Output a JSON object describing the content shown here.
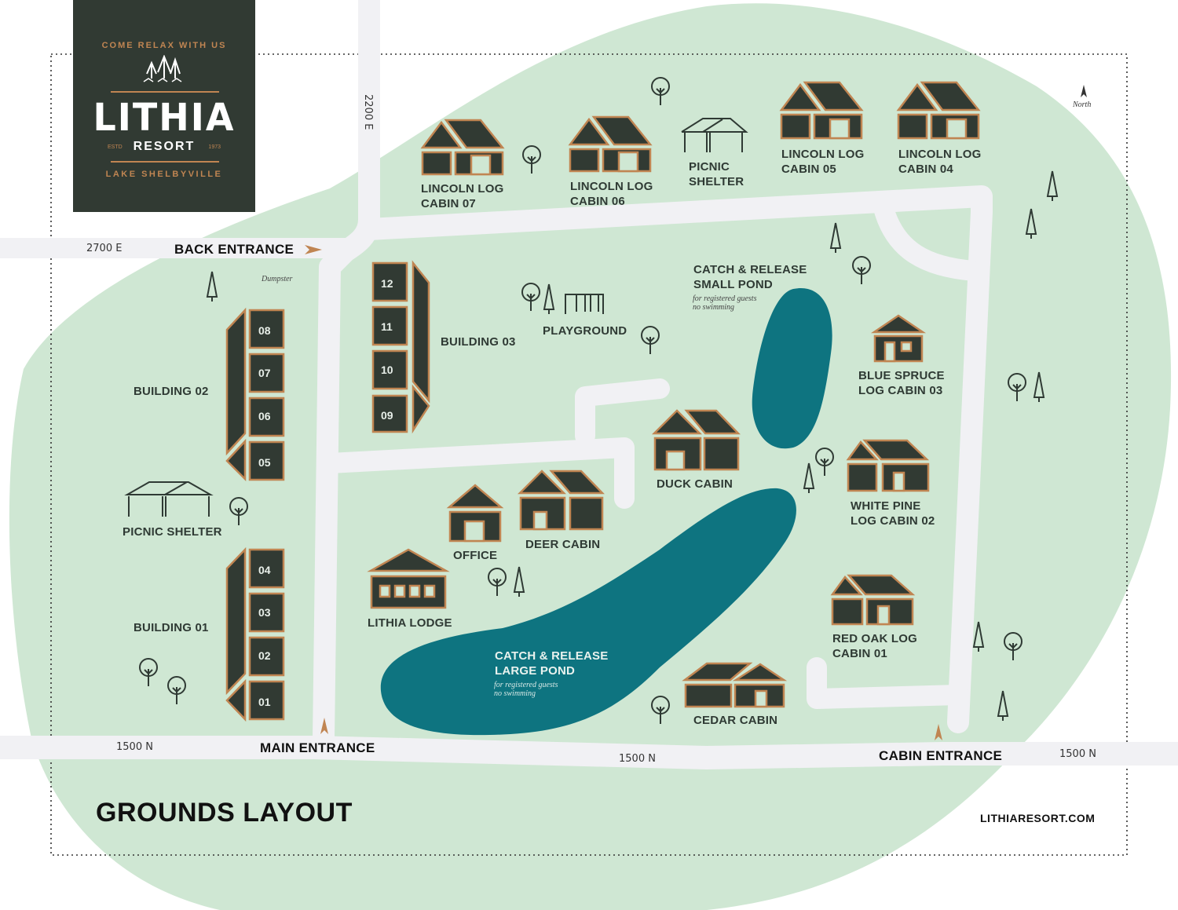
{
  "logo": {
    "tagline": "COME RELAX WITH US",
    "name": "LITHIA",
    "subname": "RESORT",
    "estd": "ESTD",
    "year": "1973",
    "location": "LAKE SHELBYVILLE"
  },
  "title": "GROUNDS LAYOUT",
  "website": "LITHIARESORT.COM",
  "north": "North",
  "roads": {
    "r2200e": "2200 E",
    "r2700e": "2700 E",
    "r1500n_left": "1500 N",
    "r1500n_mid": "1500 N",
    "r1500n_right": "1500 N"
  },
  "entrances": {
    "back": "BACK ENTRANCE",
    "main": "MAIN ENTRANCE",
    "cabin": "CABIN ENTRANCE"
  },
  "facilities": {
    "lincoln07": "LINCOLN LOG\nCABIN 07",
    "lincoln06": "LINCOLN LOG\nCABIN 06",
    "picnic_north": "PICNIC\nSHELTER",
    "lincoln05": "LINCOLN LOG\nCABIN 05",
    "lincoln04": "LINCOLN LOG\nCABIN 04",
    "dumpster": "Dumpster",
    "building03": "BUILDING 03",
    "playground": "PLAYGROUND",
    "small_pond": "CATCH & RELEASE\nSMALL POND",
    "small_pond_note": "for registered guests\nno swimming",
    "blue_spruce": "BLUE SPRUCE\nLOG CABIN 03",
    "building02": "BUILDING 02",
    "duck_cabin": "DUCK CABIN",
    "white_pine": "WHITE PINE\nLOG CABIN 02",
    "picnic_west": "PICNIC SHELTER",
    "office": "OFFICE",
    "deer_cabin": "DEER CABIN",
    "lodge": "LITHIA LODGE",
    "building01": "BUILDING 01",
    "large_pond": "CATCH & RELEASE\nLARGE POND",
    "large_pond_note": "for registered guests\nno swimming",
    "red_oak": "RED OAK LOG\nCABIN 01",
    "cedar_cabin": "CEDAR CABIN"
  },
  "units": {
    "b3": [
      "12",
      "11",
      "10",
      "09"
    ],
    "b2": [
      "08",
      "07",
      "06",
      "05"
    ],
    "b1": [
      "04",
      "03",
      "02",
      "01"
    ]
  },
  "colors": {
    "grass": "#cfe7d3",
    "road": "#f1f1f4",
    "water": "#0e7480",
    "building": "#313a33",
    "accent": "#c08552"
  }
}
